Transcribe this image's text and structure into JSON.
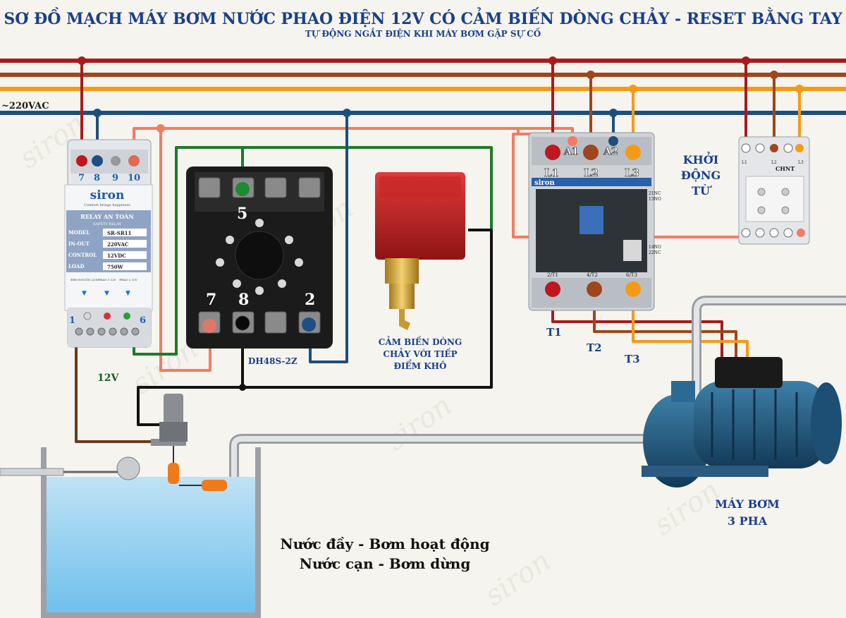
{
  "title": "SƠ ĐỒ MẠCH MÁY BƠM NƯỚC PHAO ĐIỆN 12V CÓ CẢM BIẾN DÒNG CHẢY - RESET BẰNG TAY",
  "subtitle": "TỰ ĐỘNG NGẮT ĐIỆN KHI MÁY BƠM GẶP SỰ CỐ",
  "watermark": "siron",
  "power_label": "~220VAC",
  "colors": {
    "red": "#a81b1b",
    "brown": "#a0461c",
    "orange": "#f59a17",
    "blue": "#1c4f7c",
    "salmon": "#f07d63",
    "green": "#1e7a2c",
    "darkbrown": "#6b3a1e",
    "black": "#111111"
  },
  "safety_relay": {
    "terminals_top": [
      "7",
      "8",
      "9",
      "10"
    ],
    "brand": "siron",
    "tagline": "Comfort brings happiness",
    "title": "RELAY AN TOÀN",
    "subtitle": "SAFETY RELAY",
    "specs": [
      {
        "k": "MODEL",
        "v": "SR-SR11"
      },
      {
        "k": "IN-OUT",
        "v": "220VAC"
      },
      {
        "k": "CONTROL",
        "v": "12VDC"
      },
      {
        "k": "LOAD",
        "v": "750W"
      }
    ],
    "leds": [
      "ĐÈN NGUỒN 220V",
      "PHAO 1 12V",
      "PHAO 2 12V"
    ],
    "terminal_left": "1",
    "terminal_right": "6",
    "voltage": "12V"
  },
  "timer_socket": {
    "pins_top": "5",
    "pins_bottom": [
      "7",
      "8",
      "2"
    ],
    "model": "DH48S-2Z"
  },
  "flow_sensor": {
    "label": "CẢM BIẾN DÒNG CHẢY VỚI TIẾP ĐIỂM KHÔ"
  },
  "contactor": {
    "coil": [
      "A1",
      "A2"
    ],
    "inputs": [
      "L1",
      "L2",
      "L3"
    ],
    "outputs": [
      "T1",
      "T2",
      "T3"
    ],
    "brand": "siron",
    "bottom_marks": [
      "2/T1",
      "4/T2",
      "6/T3"
    ],
    "aux": [
      "21NC",
      "13NO",
      "14NO",
      "22NC"
    ],
    "label": "KHỞI ĐỘNG TỪ"
  },
  "phase_relay": {
    "brand": "CHNT",
    "top": [
      "L1",
      "L2",
      "L3"
    ]
  },
  "pump": {
    "label_line1": "MÁY BƠM",
    "label_line2": "3 PHA"
  },
  "tank": {
    "line1": "Nước đầy - Bơm hoạt động",
    "line2": "Nước cạn - Bơm dừng"
  }
}
